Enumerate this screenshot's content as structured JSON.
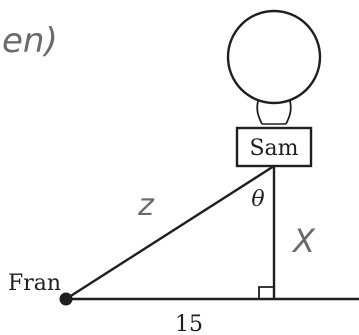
{
  "labels": {
    "partial_text": "en)",
    "box_label": "Sam",
    "angle_label": "θ",
    "hypotenuse_label": "z",
    "vertical_label": "X",
    "person_label": "Fran",
    "base_length": "15"
  },
  "colors": {
    "ink": "#1f1f1f",
    "pencil": "#6a6a6a",
    "background": "#ffffff"
  }
}
